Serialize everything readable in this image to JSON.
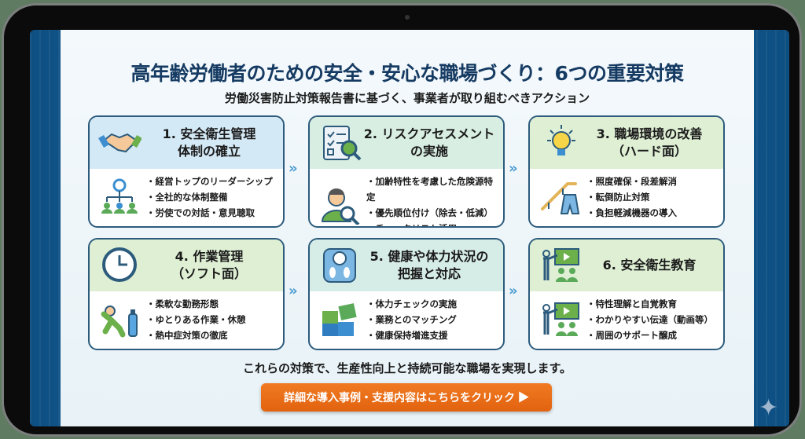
{
  "title": "高年齢労働者のための安全・安心な職場づくり：6つの重要対策",
  "subtitle": "労働災害防止対策報告書に基づく、事業者が取り組むべきアクション",
  "cards": [
    {
      "title1": "1. 安全衛生管理",
      "title2": "体制の確立",
      "items": [
        "経営トップのリーダーシップ",
        "全社的な体制整備",
        "労使での対話・意見聴取"
      ],
      "head_icon": "handshake-icon",
      "body_icon": "org-chart-icon",
      "head_color": "#d4e9f6"
    },
    {
      "title1": "2. リスクアセスメント",
      "title2": "の実施",
      "items": [
        "加齢特性を考慮した危険源特定",
        "優先順位付け（除去・低減）",
        "チェックリスト活用"
      ],
      "head_icon": "checklist-icon",
      "body_icon": "person-search-icon",
      "head_color": "#d8eee2"
    },
    {
      "title1": "3. 職場環境の改善",
      "title2": "（ハード面）",
      "items": [
        "照度確保・段差解消",
        "転倒防止対策",
        "負担軽減機器の導入"
      ],
      "head_icon": "lightbulb-icon",
      "body_icon": "handrail-icon",
      "head_color": "#deefd4"
    },
    {
      "title1": "4. 作業管理",
      "title2": "（ソフト面）",
      "items": [
        "柔軟な勤務形態",
        "ゆとりある作業・休憩",
        "熱中症対策の徹底"
      ],
      "head_icon": "clock-icon",
      "body_icon": "rest-icon",
      "head_color": "#deefd4"
    },
    {
      "title1": "5. 健康や体力状況の",
      "title2": "把握と対応",
      "items": [
        "体力チェックの実施",
        "業務とのマッチング",
        "健康保持増進支援"
      ],
      "head_icon": "scale-icon",
      "body_icon": "puzzle-icon",
      "head_color": "#d6ece6"
    },
    {
      "title1": "6. 安全衛生教育",
      "title2": "",
      "items": [
        "特性理解と自覚教育",
        "わかりやすい伝達（動画等）",
        "周囲のサポート醸成"
      ],
      "head_icon": "presentation-icon",
      "body_icon": "presentation-icon",
      "head_color": "#deefd4"
    }
  ],
  "chevron": "»",
  "closing": "これらの対策で、生産性向上と持続可能な職場を実現します。",
  "cta": "詳細な導入事例・支援内容はこちらをクリック ▶"
}
